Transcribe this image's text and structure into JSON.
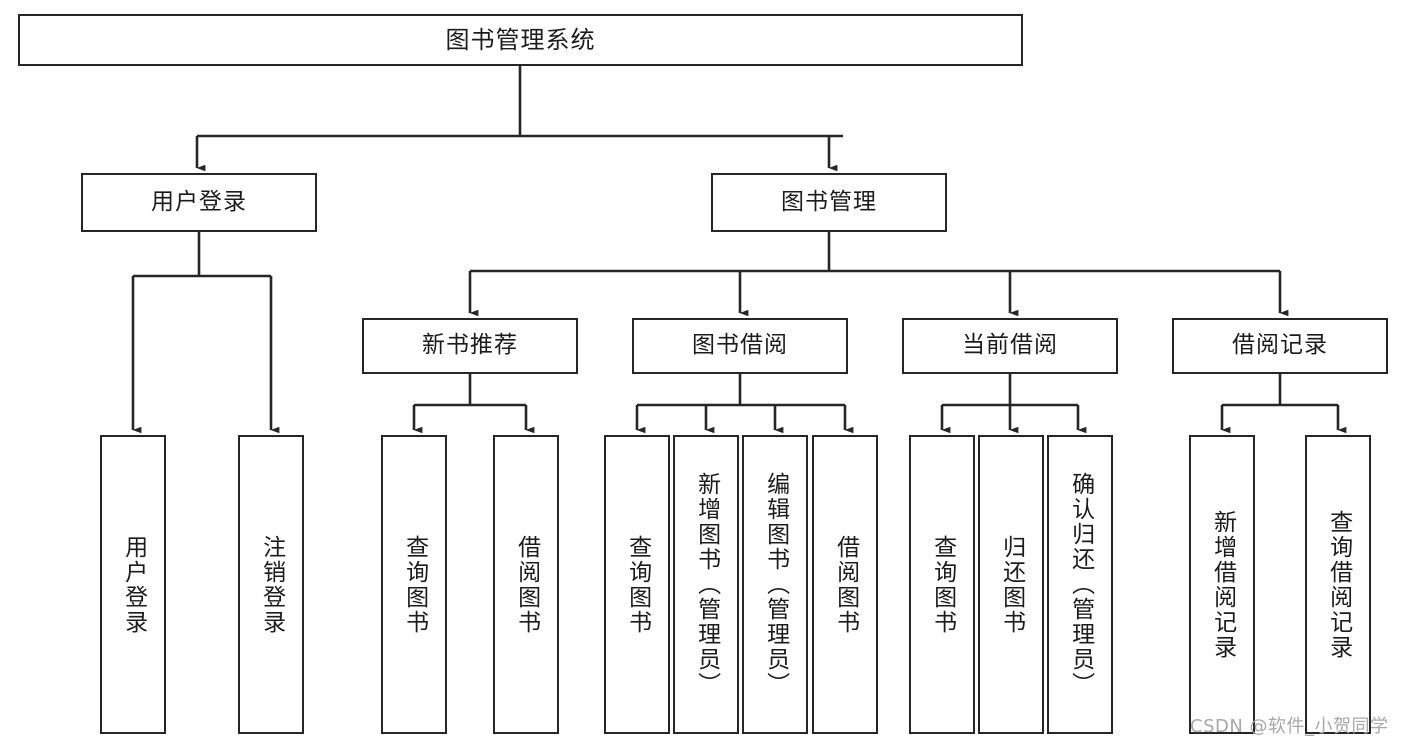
{
  "diagram": {
    "type": "hierarchy-tree",
    "title": "图书管理系统",
    "root": {
      "id": "root",
      "label": "图书管理系统",
      "orientation": "horizontal"
    },
    "level2": [
      {
        "id": "user-login",
        "label": "用户登录",
        "orientation": "horizontal"
      },
      {
        "id": "book-management",
        "label": "图书管理",
        "orientation": "horizontal"
      }
    ],
    "level3": [
      {
        "id": "new-book-recommend",
        "label": "新书推荐",
        "parent": "book-management",
        "orientation": "horizontal"
      },
      {
        "id": "book-borrow",
        "label": "图书借阅",
        "parent": "book-management",
        "orientation": "horizontal"
      },
      {
        "id": "current-borrow",
        "label": "当前借阅",
        "parent": "book-management",
        "orientation": "horizontal"
      },
      {
        "id": "borrow-record",
        "label": "借阅记录",
        "parent": "book-management",
        "orientation": "horizontal"
      }
    ],
    "leaves": [
      {
        "id": "leaf-user-login",
        "label": "用户登录",
        "parent": "user-login",
        "orientation": "vertical"
      },
      {
        "id": "leaf-logout",
        "label": "注销登录",
        "parent": "user-login",
        "orientation": "vertical"
      },
      {
        "id": "leaf-query-book-1",
        "label": "查询图书",
        "parent": "new-book-recommend",
        "orientation": "vertical"
      },
      {
        "id": "leaf-borrow-book-1",
        "label": "借阅图书",
        "parent": "new-book-recommend",
        "orientation": "vertical"
      },
      {
        "id": "leaf-query-book-2",
        "label": "查询图书",
        "parent": "book-borrow",
        "orientation": "vertical"
      },
      {
        "id": "leaf-add-book",
        "label": "新增图书（管理员）",
        "parent": "book-borrow",
        "orientation": "vertical"
      },
      {
        "id": "leaf-edit-book",
        "label": "编辑图书（管理员）",
        "parent": "book-borrow",
        "orientation": "vertical"
      },
      {
        "id": "leaf-borrow-book-2",
        "label": "借阅图书",
        "parent": "book-borrow",
        "orientation": "vertical"
      },
      {
        "id": "leaf-query-book-3",
        "label": "查询图书",
        "parent": "current-borrow",
        "orientation": "vertical"
      },
      {
        "id": "leaf-return-book",
        "label": "归还图书",
        "parent": "current-borrow",
        "orientation": "vertical"
      },
      {
        "id": "leaf-confirm-return",
        "label": "确认归还（管理员）",
        "parent": "current-borrow",
        "orientation": "vertical"
      },
      {
        "id": "leaf-add-record",
        "label": "新增借阅记录",
        "parent": "borrow-record",
        "orientation": "vertical"
      },
      {
        "id": "leaf-query-record",
        "label": "查询借阅记录",
        "parent": "borrow-record",
        "orientation": "vertical"
      }
    ]
  },
  "watermark": {
    "text": "CSDN @软件_小贺同学"
  },
  "colors": {
    "stroke": "#262626",
    "background": "#ffffff",
    "text": "#1c1c1c",
    "watermark": "#a8a8a8"
  }
}
